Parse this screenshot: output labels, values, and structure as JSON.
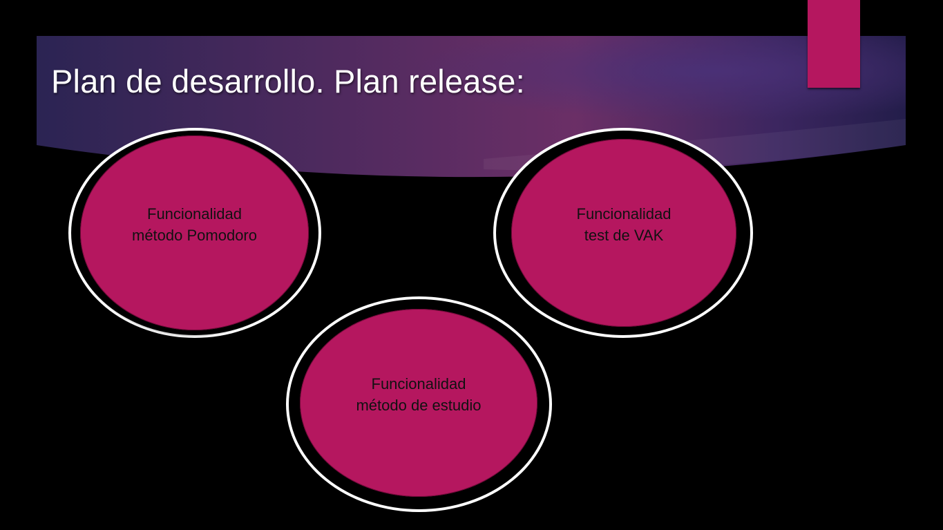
{
  "slide": {
    "title": "Plan de desarrollo. Plan release:",
    "colors": {
      "background": "#000000",
      "accent": "#b5175f",
      "banner_dark": "#2a2250",
      "banner_mid": "#6a2d66",
      "ring": "#ffffff"
    }
  },
  "nodes": [
    {
      "line1": "Funcionalidad",
      "line2": "método Pomodoro"
    },
    {
      "line1": "Funcionalidad",
      "line2": "test de VAK"
    },
    {
      "line1": "Funcionalidad",
      "line2": "método de estudio"
    }
  ]
}
